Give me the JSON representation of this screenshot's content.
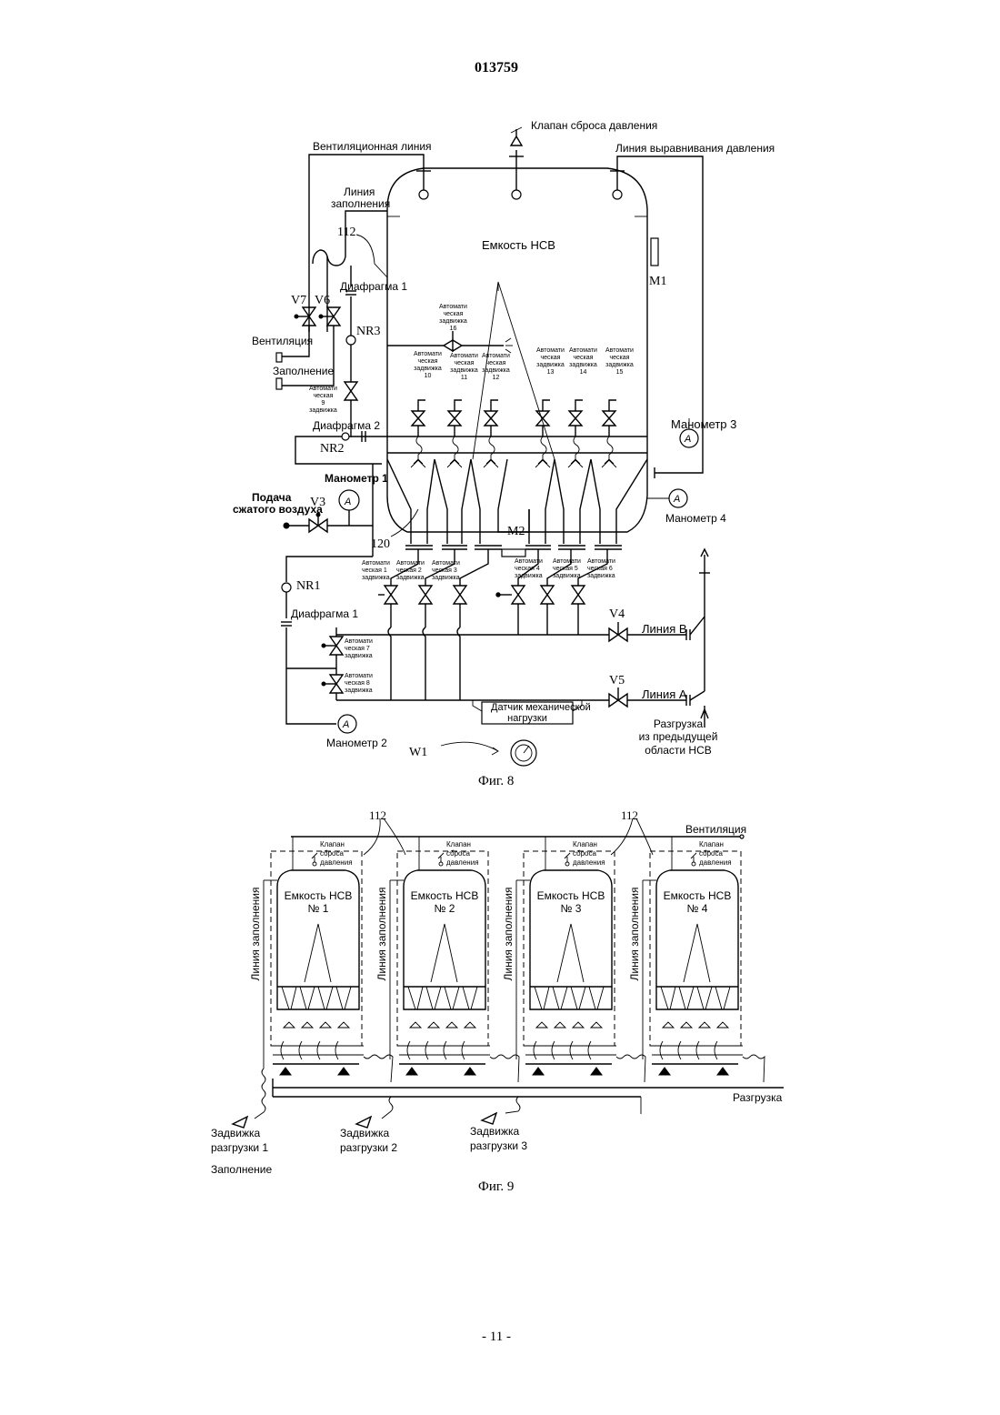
{
  "header": {
    "doc_number": "013759"
  },
  "fig8": {
    "caption": "Фиг. 8",
    "labels": {
      "relief_valve": "Клапан сброса давления",
      "vent_line": "Вентиляционная линия",
      "equalize_line": "Линия выравнивания давления",
      "fill_line_1": "Линия",
      "fill_line_2": "заполнения",
      "ref_112": "112",
      "tank": "Емкость НСВ",
      "m1": "M1",
      "m2": "M2",
      "diaphragm1_top": "Диафрагма 1",
      "v7": "V7",
      "v6": "V6",
      "nr3": "NR3",
      "ventilation": "Вентиляция",
      "filling": "Заполнение",
      "diaphragm2": "Диафрагма 2",
      "nr2": "NR2",
      "manometer1": "Манометр 1",
      "manometer2": "Манометр 2",
      "manometer3": "Манометр 3",
      "manometer4": "Манометр 4",
      "air_supply_1": "Подача",
      "air_supply_2": "сжатого воздуха",
      "v3": "V3",
      "ref_120": "120",
      "nr1": "NR1",
      "diaphragm1_bottom": "Диафрагма 1",
      "v4": "V4",
      "v5": "V5",
      "line_b": "Линия B",
      "line_a": "Линия A",
      "unload_1": "Разгрузка",
      "unload_2": "из предыдущей",
      "unload_3": "области НСВ",
      "load_sensor_1": "Датчик механической",
      "load_sensor_2": "нагрузки",
      "w1": "W1",
      "auto_valve_l1": "Автомати",
      "auto_valve_l2": "ческая",
      "auto_valve_l3": "задвижка"
    },
    "auto_valves_upper": [
      "10",
      "11",
      "12",
      "13",
      "14",
      "15"
    ],
    "auto_valve_16": "16",
    "auto_valve_9": "9",
    "auto_valves_lower": [
      "1",
      "2",
      "3",
      "4",
      "5",
      "6"
    ],
    "auto_valves_side": [
      "7",
      "8"
    ]
  },
  "fig9": {
    "caption": "Фиг. 9",
    "ref_112_a": "112",
    "ref_112_b": "112",
    "ventilation": "Вентиляция",
    "fill_line": "Линия заполнения",
    "relief_1": "Клапан",
    "relief_2": "сброса",
    "relief_3": "давления",
    "tanks": [
      {
        "l1": "Емкость НСВ",
        "l2": "№ 1"
      },
      {
        "l1": "Емкость НСВ",
        "l2": "№ 2"
      },
      {
        "l1": "Емкость НСВ",
        "l2": "№ 3"
      },
      {
        "l1": "Емкость НСВ",
        "l2": "№ 4"
      }
    ],
    "unload": "Разгрузка",
    "gates": [
      {
        "l1": "Задвижка",
        "l2": "разгрузки 1"
      },
      {
        "l1": "Задвижка",
        "l2": "разгрузки 2"
      },
      {
        "l1": "Задвижка",
        "l2": "разгрузки 3"
      }
    ],
    "filling": "Заполнение"
  },
  "footer": {
    "page_number": "- 11 -"
  }
}
